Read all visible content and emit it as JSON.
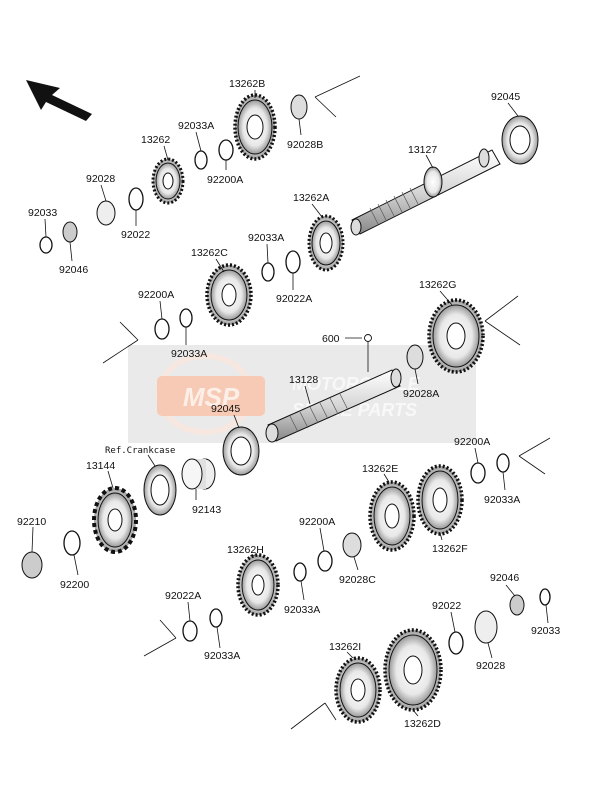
{
  "diagram": {
    "reference_note": "Ref.Crankcase",
    "watermark": {
      "logo_text": "MSP",
      "line1": "MOTORCYCLE",
      "line2": "SPARE PARTS"
    },
    "direction_icon": "front-arrow-icon",
    "part_labels": {
      "p13262B": "13262B",
      "p92033A_1": "92033A",
      "p92045_1": "92045",
      "p13262": "13262",
      "p92028B": "92028B",
      "p13127": "13127",
      "p92028": "92028",
      "p92200A_1": "92200A",
      "p92033_1": "92033",
      "p92022_1": "92022",
      "p13262A": "13262A",
      "p92046_1": "92046",
      "p92033A_2": "92033A",
      "p13262C": "13262C",
      "p92022A_1": "92022A",
      "p13262G": "13262G",
      "p92200A_2": "92200A",
      "p92033A_3": "92033A",
      "p600": "600",
      "p13128": "13128",
      "p92028A": "92028A",
      "p92045_2": "92045",
      "p92200A_3": "92200A",
      "p13144": "13144",
      "p92033A_4": "92033A",
      "p13262E": "13262E",
      "p92143": "92143",
      "p92210": "92210",
      "p92200A_4": "92200A",
      "p13262F": "13262F",
      "p92200": "92200",
      "p13262H": "13262H",
      "p92028C": "92028C",
      "p92046_2": "92046",
      "p92033A_5": "92033A",
      "p92022A_2": "92022A",
      "p92022_2": "92022",
      "p92033_2": "92033",
      "p92033A_6": "92033A",
      "p92028_2": "92028",
      "p13262I": "13262I",
      "p13262D": "13262D"
    }
  }
}
